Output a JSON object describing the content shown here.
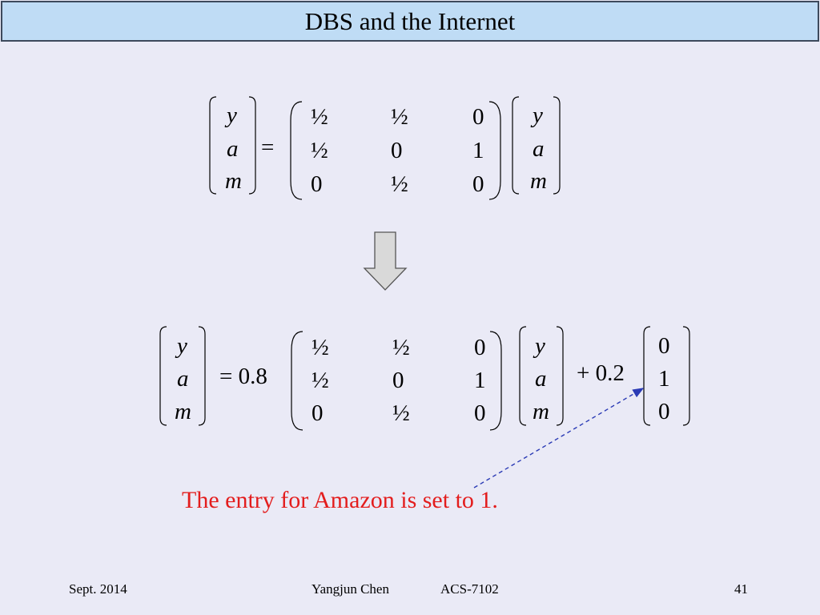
{
  "slide": {
    "title": "DBS and the Internet",
    "page_number": "41"
  },
  "equation1": {
    "lhs": [
      "y",
      "a",
      "m"
    ],
    "equals": "=",
    "matrix": [
      [
        "½",
        "½",
        "0"
      ],
      [
        "½",
        "0",
        "1"
      ],
      [
        "0",
        "½",
        "0"
      ]
    ],
    "rhs": [
      "y",
      "a",
      "m"
    ]
  },
  "arrow": {
    "icon": "down-arrow-icon"
  },
  "equation2": {
    "lhs": [
      "y",
      "a",
      "m"
    ],
    "equals": "= 0.8",
    "matrix": [
      [
        "½",
        "½",
        "0"
      ],
      [
        "½",
        "0",
        "1"
      ],
      [
        "0",
        "½",
        "0"
      ]
    ],
    "vector": [
      "y",
      "a",
      "m"
    ],
    "plus": "+ 0.2",
    "teleport": [
      "0",
      "1",
      "0"
    ]
  },
  "annotation": {
    "text": "The entry for Amazon is set to 1.",
    "color": "#e31d1d",
    "arrow_color": "#2b3bb5"
  },
  "footer": {
    "date": "Sept. 2014",
    "author": "Yangjun Chen",
    "course": "ACS-7102"
  },
  "colors": {
    "background": "#eaeaf6",
    "title_bar": "#bfdcf5"
  }
}
